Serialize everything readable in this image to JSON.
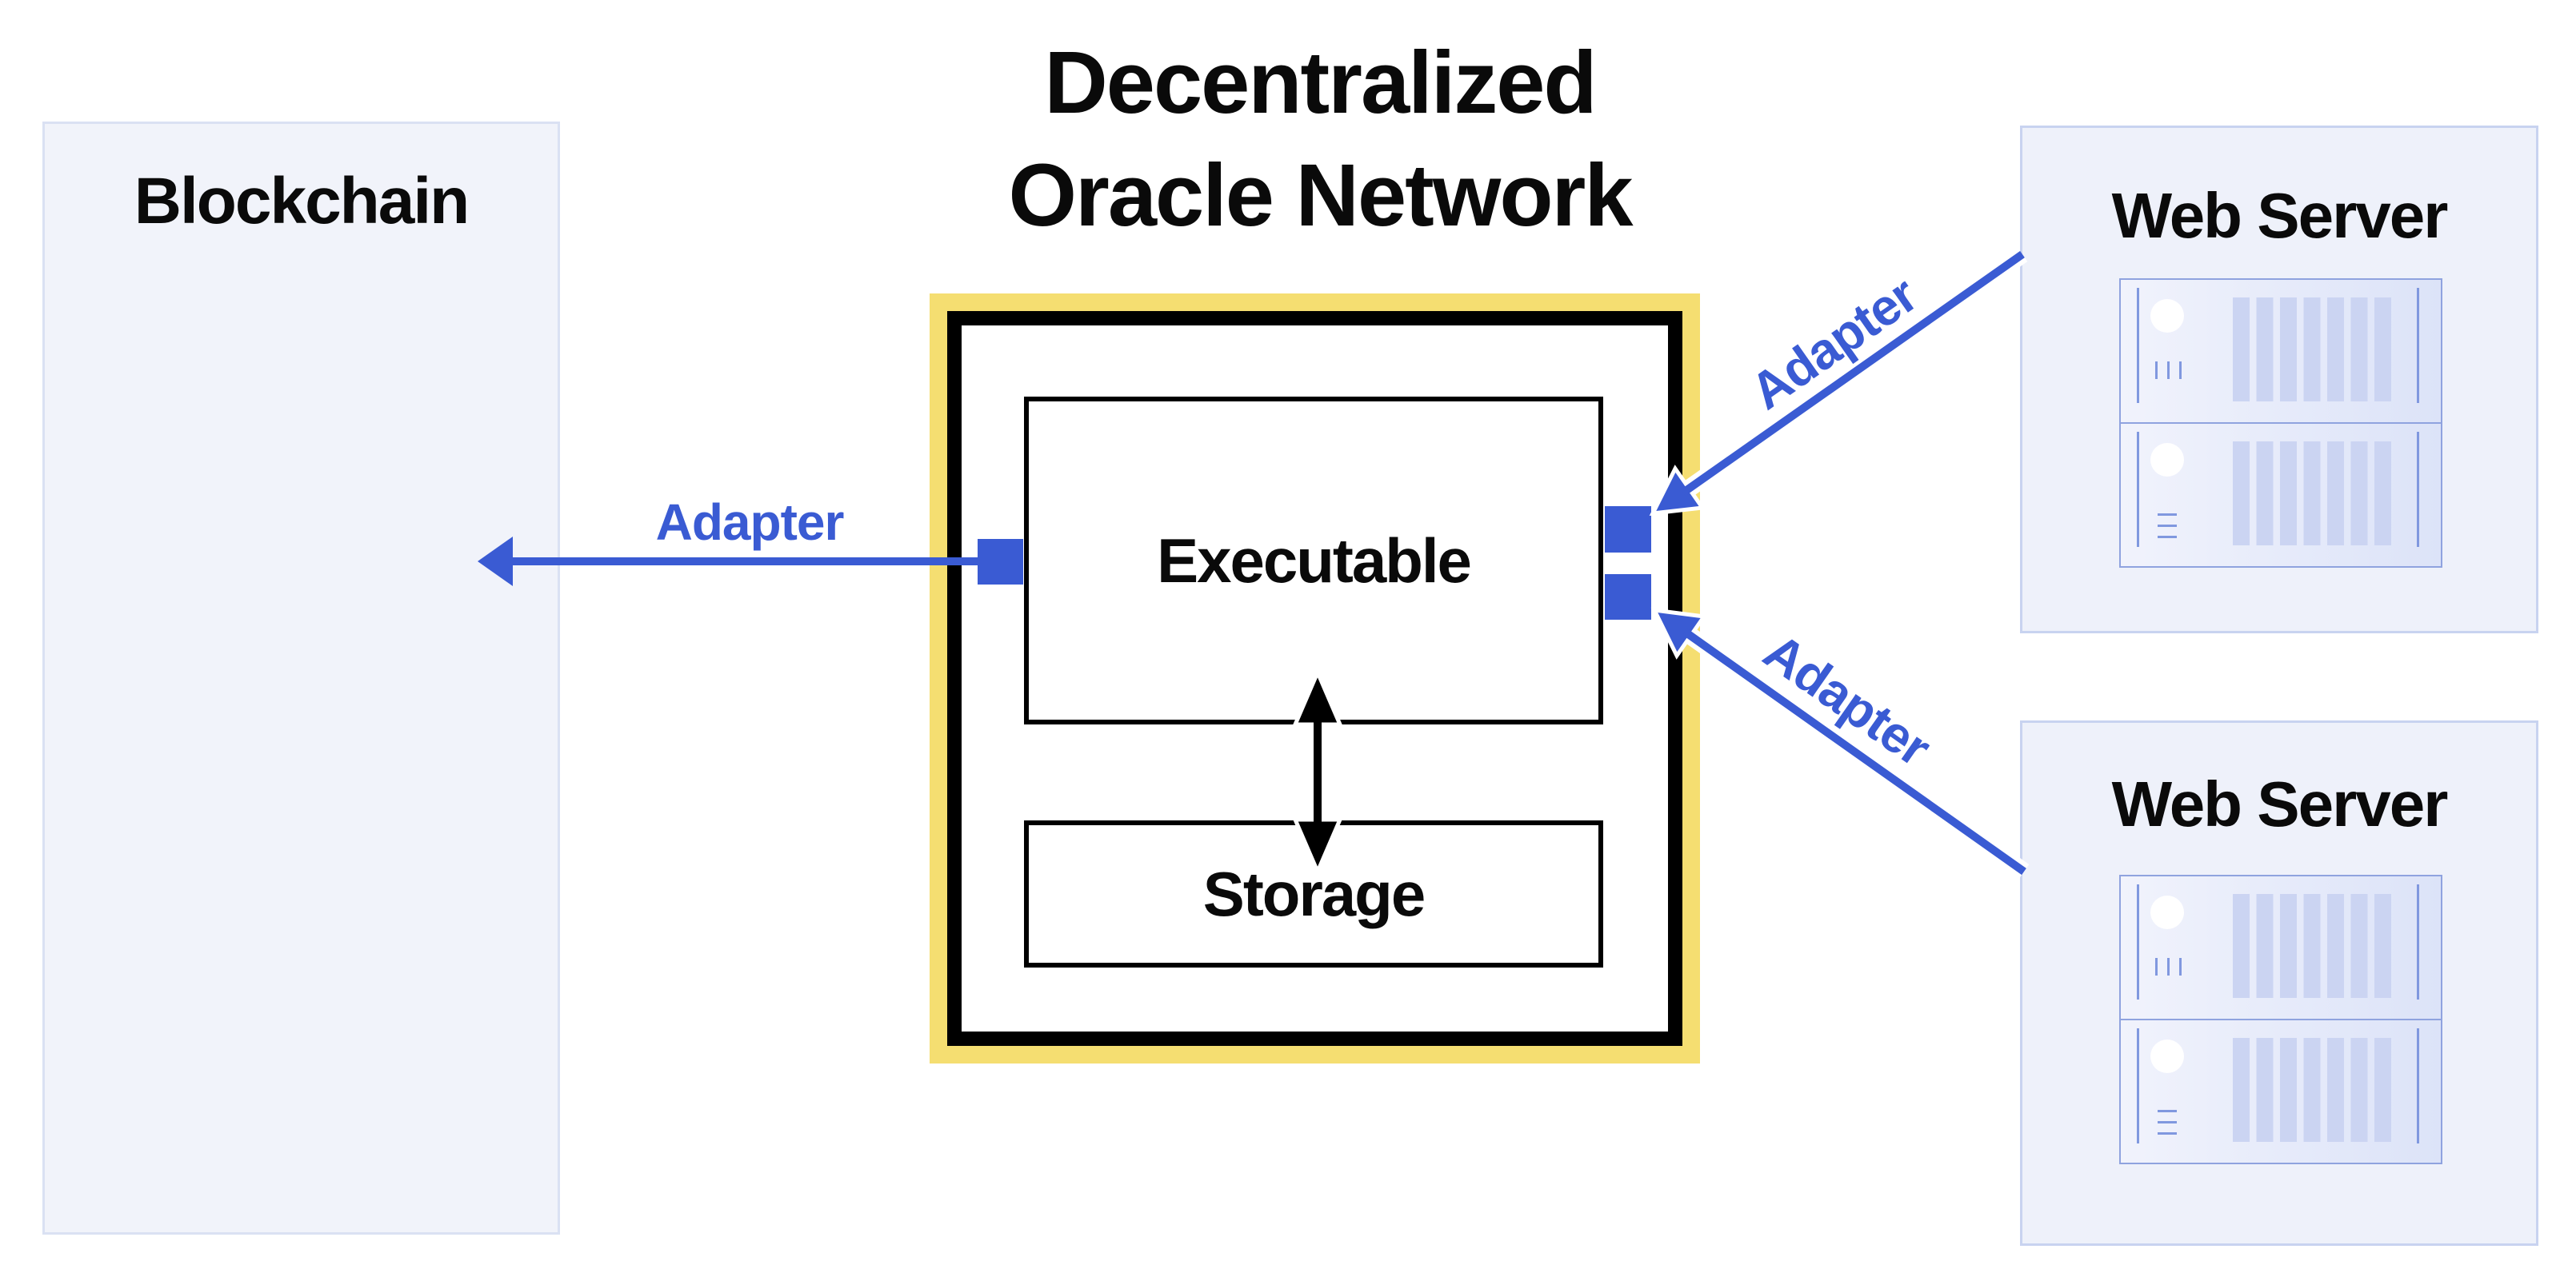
{
  "title": {
    "line1": "Decentralized",
    "line2": "Oracle Network"
  },
  "panels": {
    "blockchain": {
      "label": "Blockchain"
    },
    "web_server_top": {
      "label": "Web Server"
    },
    "web_server_bottom": {
      "label": "Web Server"
    }
  },
  "oracle_node": {
    "executable_label": "Executable",
    "storage_label": "Storage"
  },
  "adapter_labels": {
    "left": "Adapter",
    "top_right": "Adapter",
    "bottom_right": "Adapter"
  },
  "icons": {
    "web_server_top": "server-rack-icon",
    "web_server_bottom": "server-rack-icon"
  },
  "colors": {
    "accent_blue": "#3A5BD3",
    "frame_yellow": "#F5DE71",
    "text_black": "#0A0A0A",
    "blockchain_fill": "#F1F3FA",
    "blockchain_border": "#DAE1F3",
    "ws_fill": "#EEF1FA",
    "ws_border": "#C8D3F0",
    "rack_border": "#8FA3DF",
    "rack_line": "#8098DF",
    "rack_bar": "#CBD4F2"
  }
}
